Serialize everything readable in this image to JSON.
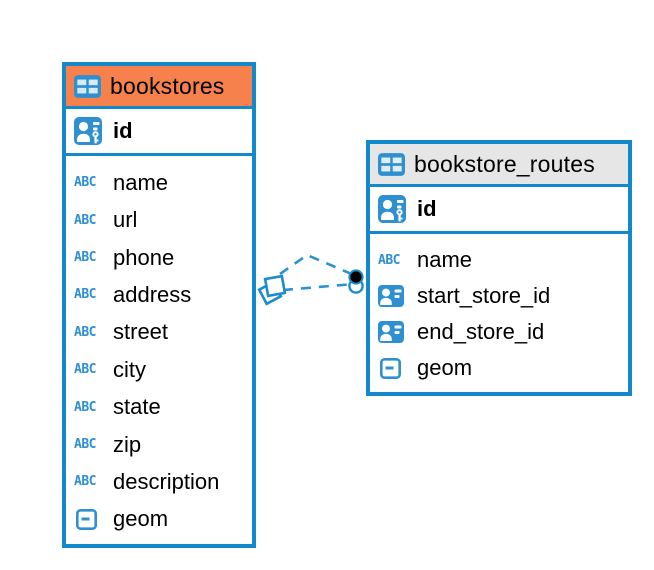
{
  "diagram": {
    "tables": [
      {
        "title": "bookstores",
        "header_color": "#F6814D",
        "primary_key": "id",
        "fields": [
          {
            "name": "name",
            "type": "text"
          },
          {
            "name": "url",
            "type": "text"
          },
          {
            "name": "phone",
            "type": "text"
          },
          {
            "name": "address",
            "type": "text"
          },
          {
            "name": "street",
            "type": "text"
          },
          {
            "name": "city",
            "type": "text"
          },
          {
            "name": "state",
            "type": "text"
          },
          {
            "name": "zip",
            "type": "text"
          },
          {
            "name": "description",
            "type": "text"
          },
          {
            "name": "geom",
            "type": "geometry"
          }
        ]
      },
      {
        "title": "bookstore_routes",
        "header_color": "#E6E6E6",
        "primary_key": "id",
        "fields": [
          {
            "name": "name",
            "type": "text"
          },
          {
            "name": "start_store_id",
            "type": "reference"
          },
          {
            "name": "end_store_id",
            "type": "reference"
          },
          {
            "name": "geom",
            "type": "geometry"
          }
        ]
      }
    ],
    "type_icon_labels": {
      "text": "ABC"
    },
    "relationships": {
      "count": 2,
      "from_table": "bookstore_routes",
      "to_table": "bookstores",
      "line_style": "dashed"
    },
    "colors": {
      "accent_blue": "#1389CB",
      "icon_blue": "#2E90D1",
      "bookstores_header": "#F6814D",
      "routes_header": "#E6E6E6",
      "canvas": "#FFFFFF"
    }
  }
}
